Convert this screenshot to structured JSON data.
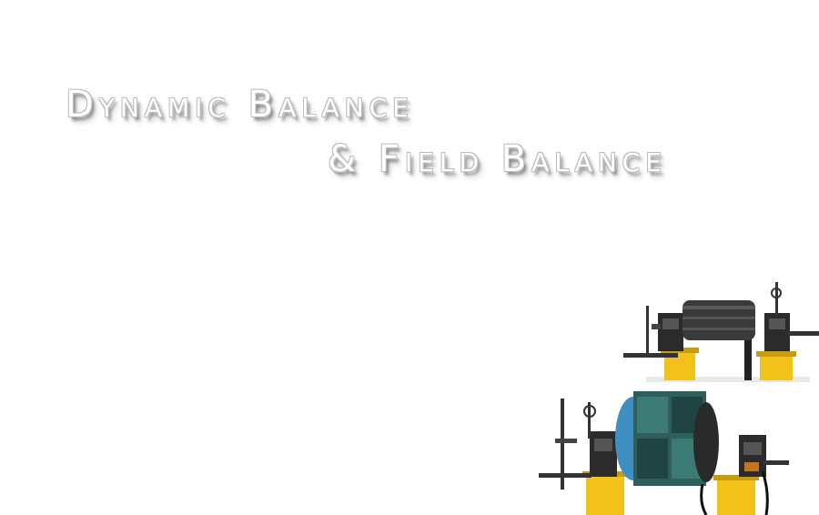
{
  "title": {
    "line1": "Dynamic Balance",
    "line2": "& Field Balance"
  },
  "images": {
    "roller_machine": "roller-balancing-machine-photo",
    "fan_machine": "fan-impeller-balancing-machine-photo"
  },
  "colors": {
    "background": "#ffffff",
    "title_fill": "#ffffff",
    "title_outline": "#bdbdbd",
    "machine_yellow": "#f2c21a",
    "machine_dark": "#2b2b2b",
    "impeller_blue": "#3f8fc2",
    "impeller_teal": "#2f5f5c"
  }
}
